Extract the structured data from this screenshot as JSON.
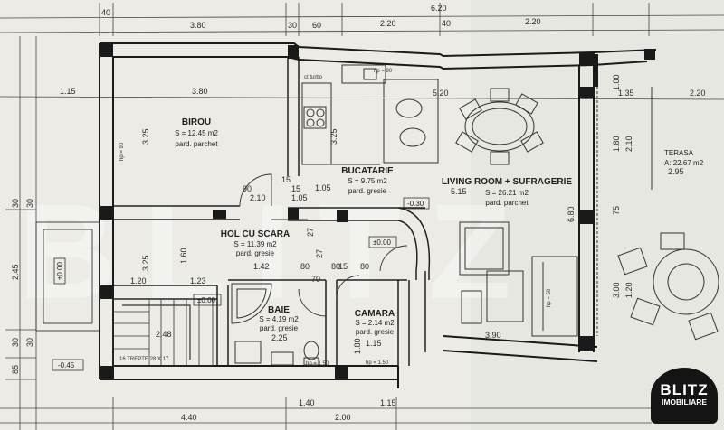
{
  "rooms": {
    "birou": {
      "name": "BIROU",
      "area": "S = 12.45 m2",
      "floor": "pard. parchet"
    },
    "bucatarie": {
      "name": "BUCATARIE",
      "area": "S = 9.75 m2",
      "floor": "pard. gresie"
    },
    "living": {
      "name": "LIVING ROOM + SUFRAGERIE",
      "area": "S = 26.21 m2",
      "floor": "pard. parchet"
    },
    "terasa": {
      "name": "TERASA",
      "area": "A: 22.67 m2"
    },
    "hol": {
      "name": "HOL CU SCARA",
      "area": "S = 11.39 m2",
      "floor": "pard. gresie"
    },
    "baie": {
      "name": "BAIE",
      "area": "S = 4.19 m2",
      "floor": "pard. gresie"
    },
    "camara": {
      "name": "CAMARA",
      "area": "S = 2.14 m2",
      "floor": "pard. gresie"
    }
  },
  "levels": {
    "living": "-0.30",
    "hol": "±0.00",
    "baie": "±0.00",
    "left": "±0.00",
    "outside": "-0.45"
  },
  "stairs": "16 TREPTE 28 X 17",
  "top_dims": [
    "40",
    "3.80",
    "30",
    "60",
    "2.20",
    "40",
    "2.20",
    "6.20"
  ],
  "row2_dims": [
    "1.15",
    "3.80",
    "5.20",
    "1.35",
    "2.20"
  ],
  "bottom_dims": [
    "4.40",
    "2.00",
    "1.40",
    "1.15"
  ],
  "left_dims": [
    "30",
    "30",
    "2.45",
    "30",
    "30",
    "85",
    "1.20",
    "1.23",
    "2.48",
    "1.42",
    "80",
    "80",
    "70",
    "1.05"
  ],
  "right_dims": [
    "1.00",
    "1.80",
    "2.10",
    "75",
    "6.80",
    "3.00",
    "1.20",
    "3.90",
    "2.95",
    "5.15"
  ],
  "birou_vert": [
    "3.25",
    "3.25",
    "1.60",
    "3.25"
  ],
  "small_labels": [
    "ct turbo",
    "hp = 90",
    "hp = 50",
    "hp = 1.50",
    "hp = 1.50",
    "hp = 90"
  ],
  "misc_dims": [
    "90",
    "2.10",
    "15",
    "1.05",
    "15",
    "15",
    "2.25",
    "1.80",
    "80",
    "1.15",
    "27",
    "27"
  ],
  "watermark": "BLITZ",
  "logo": {
    "line1": "BLITZ",
    "line2": "IMOBILIARE"
  },
  "colors": {
    "paper": "#ecebe6",
    "wall": "#1a1a1a",
    "line": "#333333",
    "logo_bg": "#141414"
  }
}
